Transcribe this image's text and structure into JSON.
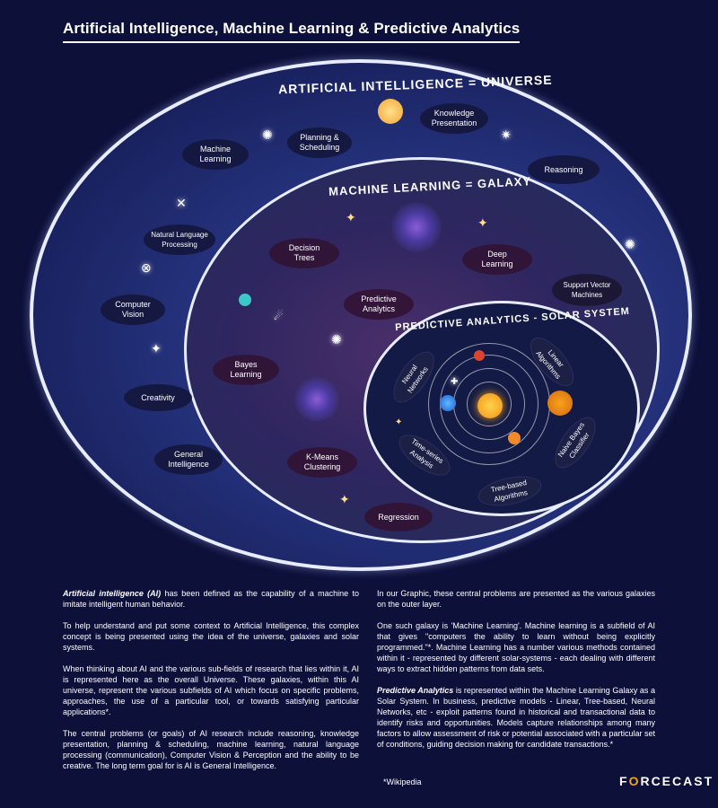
{
  "title": "Artificial Intelligence, Machine Learning & Predictive Analytics",
  "layers": {
    "universe": {
      "label": "Artificial Intelligence = Universe"
    },
    "galaxy": {
      "label": "Machine Learning = Galaxy"
    },
    "solar": {
      "label": "Predictive Analytics - Solar System"
    }
  },
  "universe_items": [
    {
      "label": "Machine\nLearning"
    },
    {
      "label": "Planning &\nScheduling"
    },
    {
      "label": "Knowledge\nPresentation"
    },
    {
      "label": "Reasoning"
    },
    {
      "label": "Natural Language\nProcessing"
    },
    {
      "label": "Computer\nVision"
    },
    {
      "label": "Creativity"
    },
    {
      "label": "General\nIntelligence"
    },
    {
      "label": "Regression"
    }
  ],
  "galaxy_items": [
    {
      "label": "Decision\nTrees"
    },
    {
      "label": "Deep\nLearning"
    },
    {
      "label": "Support Vector\nMachines"
    },
    {
      "label": "Predictive\nAnalytics"
    },
    {
      "label": "Bayes\nLearning"
    },
    {
      "label": "K-Means\nClustering"
    }
  ],
  "solar_items": [
    {
      "label": "Neural\nNetworks"
    },
    {
      "label": "Linear\nAlgorithms"
    },
    {
      "label": "Time-series\nAnalysis"
    },
    {
      "label": "Naive Bayes\nClassifier"
    },
    {
      "label": "Tree-based\nAlgorithms"
    }
  ],
  "text": {
    "left": [
      {
        "lead": "Artificial intelligence (AI)",
        "rest": " has been defined as the capability of a machine to imitate intelligent human behavior."
      },
      {
        "lead": "",
        "rest": "To help understand and put some context to Artificial Intelligence, this complex concept is being presented using the idea of the universe, galaxies and solar systems."
      },
      {
        "lead": "",
        "rest": "When thinking about AI and the various sub-fields of research that lies within it, AI is represented here as the overall Universe. These galaxies, within this AI universe, represent the various subfields of AI which focus on specific problems, approaches, the use of a particular tool, or towards satisfying particular applications*."
      },
      {
        "lead": "",
        "rest": "The central problems (or goals) of AI research include reasoning, knowledge presentation, planning & scheduling, machine learning, natural language processing (communication), Computer Vision & Perception and the ability to be creative. The long term goal for is AI is General Intelligence."
      }
    ],
    "right": [
      {
        "lead": "",
        "rest": "In our Graphic, these central problems are presented as the various galaxies on the outer layer."
      },
      {
        "lead": "",
        "rest": "One such galaxy is 'Machine Learning'. Machine learning is a subfield of AI that gives \"computers the ability to learn without being explicitly programmed.\"*. Machine Learning has a number various methods contained within it - represented by different solar-systems - each dealing with different ways to extract hidden patterns from data sets."
      },
      {
        "lead": "Predictive Analytics",
        "rest": " is represented within the Machine Learning Galaxy as a Solar System. In business, predictive models - Linear, Tree-based, Neural Networks, etc - exploit patterns found in historical and transactional data to identify risks and opportunities. Models capture relationships among many factors to allow assessment of risk or potential associated with a particular set of conditions, guiding decision making for candidate transactions.*"
      }
    ]
  },
  "footnote": "*Wikipedia",
  "brand": {
    "pre": "F",
    "o": "O",
    "post": "RCECAST"
  },
  "colors": {
    "background": "#0d1039",
    "accent": "#f7a21b"
  }
}
